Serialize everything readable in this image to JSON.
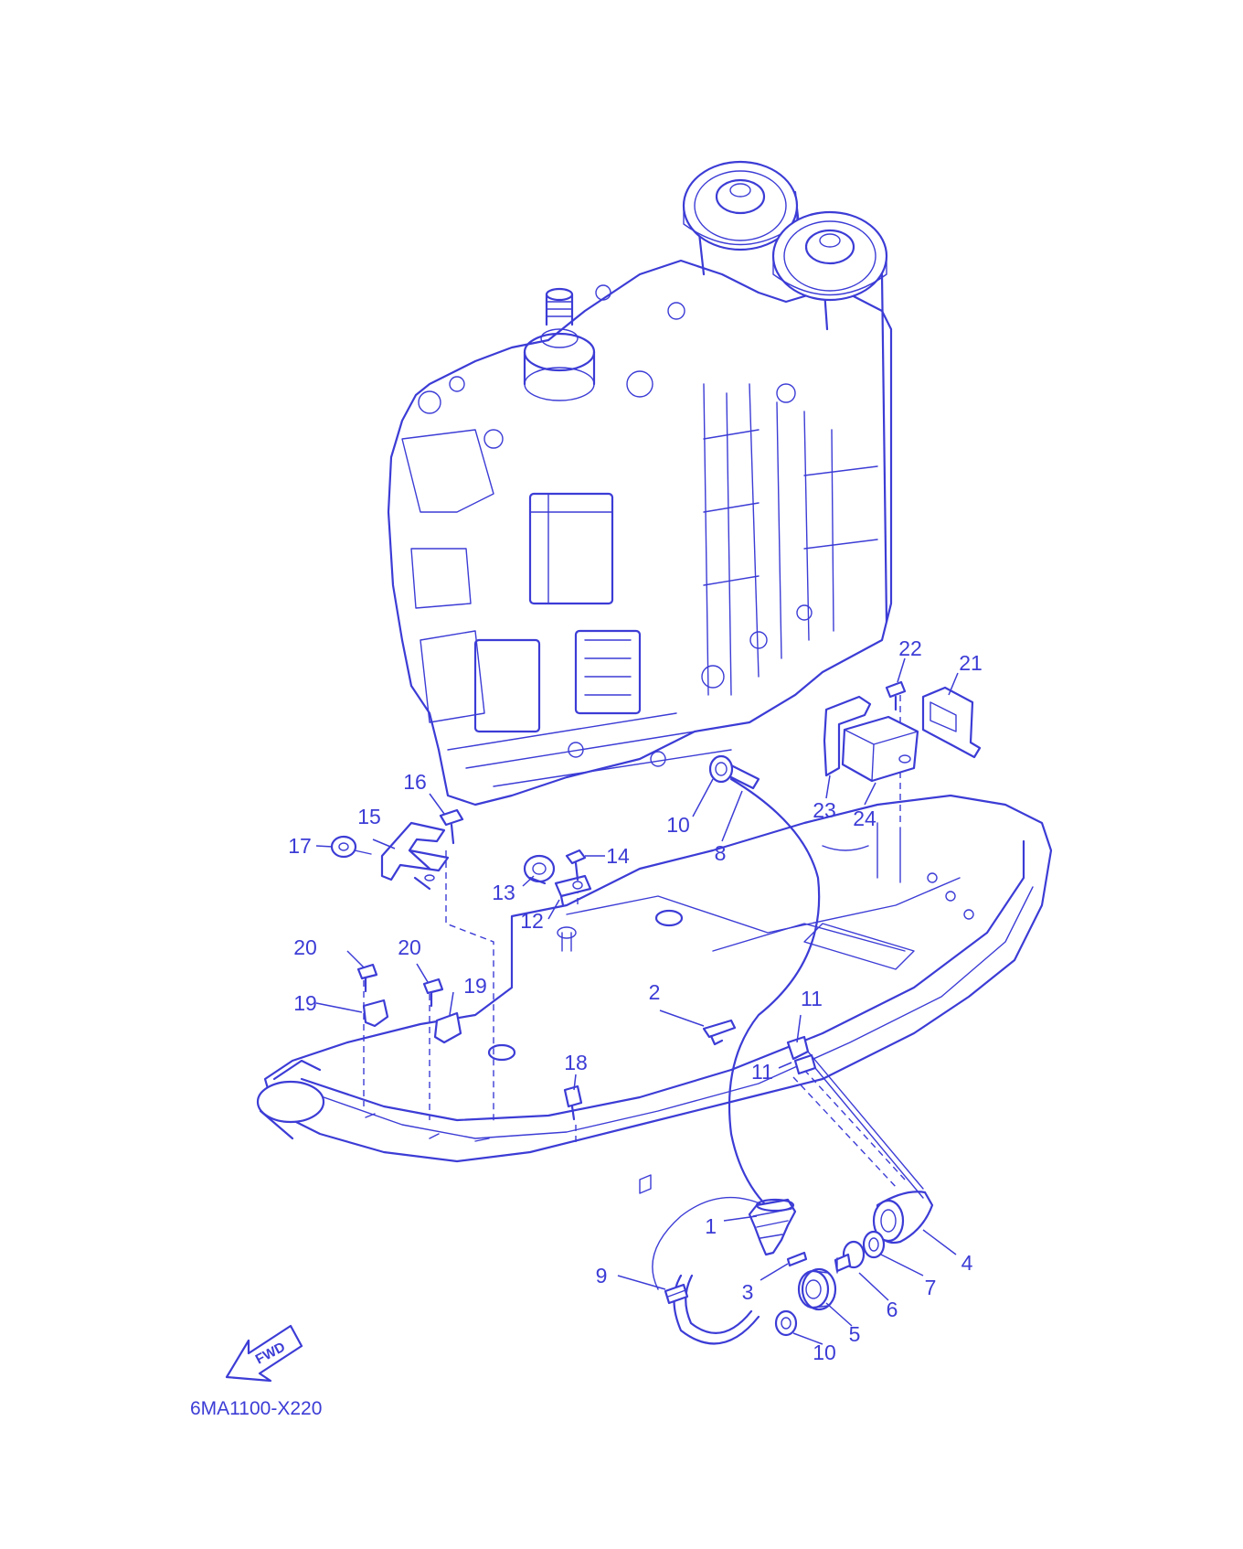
{
  "diagram": {
    "drawing_code": "6MA1100-X220",
    "fwd_label": "FWD",
    "line_color": "#3c3cd6",
    "background": "#ffffff"
  },
  "callouts": [
    {
      "id": "c1",
      "text": "1"
    },
    {
      "id": "c2",
      "text": "2"
    },
    {
      "id": "c3",
      "text": "3"
    },
    {
      "id": "c4",
      "text": "4"
    },
    {
      "id": "c5",
      "text": "5"
    },
    {
      "id": "c6",
      "text": "6"
    },
    {
      "id": "c7",
      "text": "7"
    },
    {
      "id": "c8",
      "text": "8"
    },
    {
      "id": "c9",
      "text": "9"
    },
    {
      "id": "c10a",
      "text": "10"
    },
    {
      "id": "c10b",
      "text": "10"
    },
    {
      "id": "c11a",
      "text": "11"
    },
    {
      "id": "c11b",
      "text": "11"
    },
    {
      "id": "c12",
      "text": "12"
    },
    {
      "id": "c13",
      "text": "13"
    },
    {
      "id": "c14",
      "text": "14"
    },
    {
      "id": "c15",
      "text": "15"
    },
    {
      "id": "c16",
      "text": "16"
    },
    {
      "id": "c17",
      "text": "17"
    },
    {
      "id": "c18",
      "text": "18"
    },
    {
      "id": "c19a",
      "text": "19"
    },
    {
      "id": "c19b",
      "text": "19"
    },
    {
      "id": "c20a",
      "text": "20"
    },
    {
      "id": "c20b",
      "text": "20"
    },
    {
      "id": "c21",
      "text": "21"
    },
    {
      "id": "c22",
      "text": "22"
    },
    {
      "id": "c23",
      "text": "23"
    },
    {
      "id": "c24",
      "text": "24"
    }
  ]
}
